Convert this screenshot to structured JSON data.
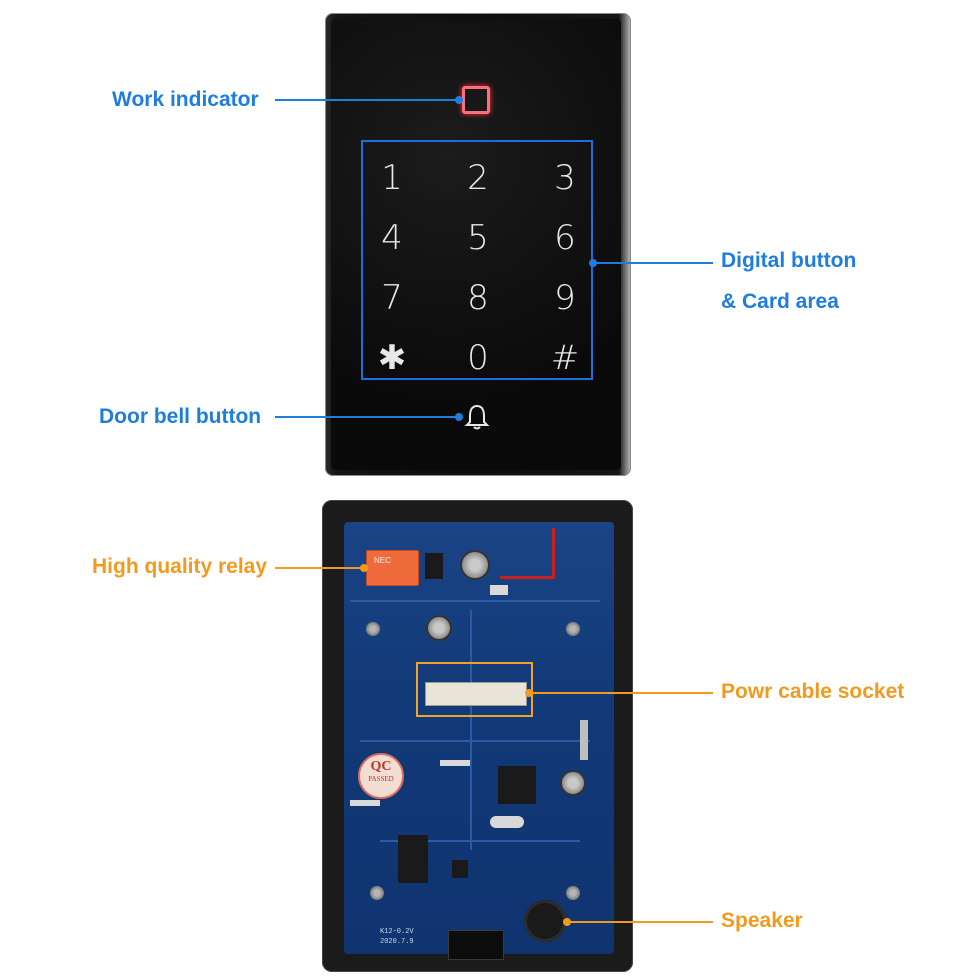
{
  "callouts": {
    "work_indicator": "Work indicator",
    "digital_button_line1": "Digital button",
    "digital_button_line2": "& Card area",
    "door_bell": "Door bell button",
    "relay": "High quality relay",
    "power_socket": "Powr cable socket",
    "speaker": "Speaker"
  },
  "keypad": {
    "keys": [
      "1",
      "2",
      "3",
      "4",
      "5",
      "6",
      "7",
      "8",
      "9",
      "✱",
      "0",
      "#"
    ]
  },
  "pcb": {
    "qc_line1": "QC",
    "qc_line2": "PASSED",
    "relay_text": "NEC",
    "board_version": "K12-0.2V",
    "board_date": "2020.7.9"
  },
  "colors": {
    "callout_blue": "#1f7de0",
    "callout_orange": "#f39a1e",
    "indicator": "#ff6f7b",
    "pcb": "#123a78",
    "relay": "#f06b3c"
  },
  "icons": [
    "bell-icon"
  ]
}
